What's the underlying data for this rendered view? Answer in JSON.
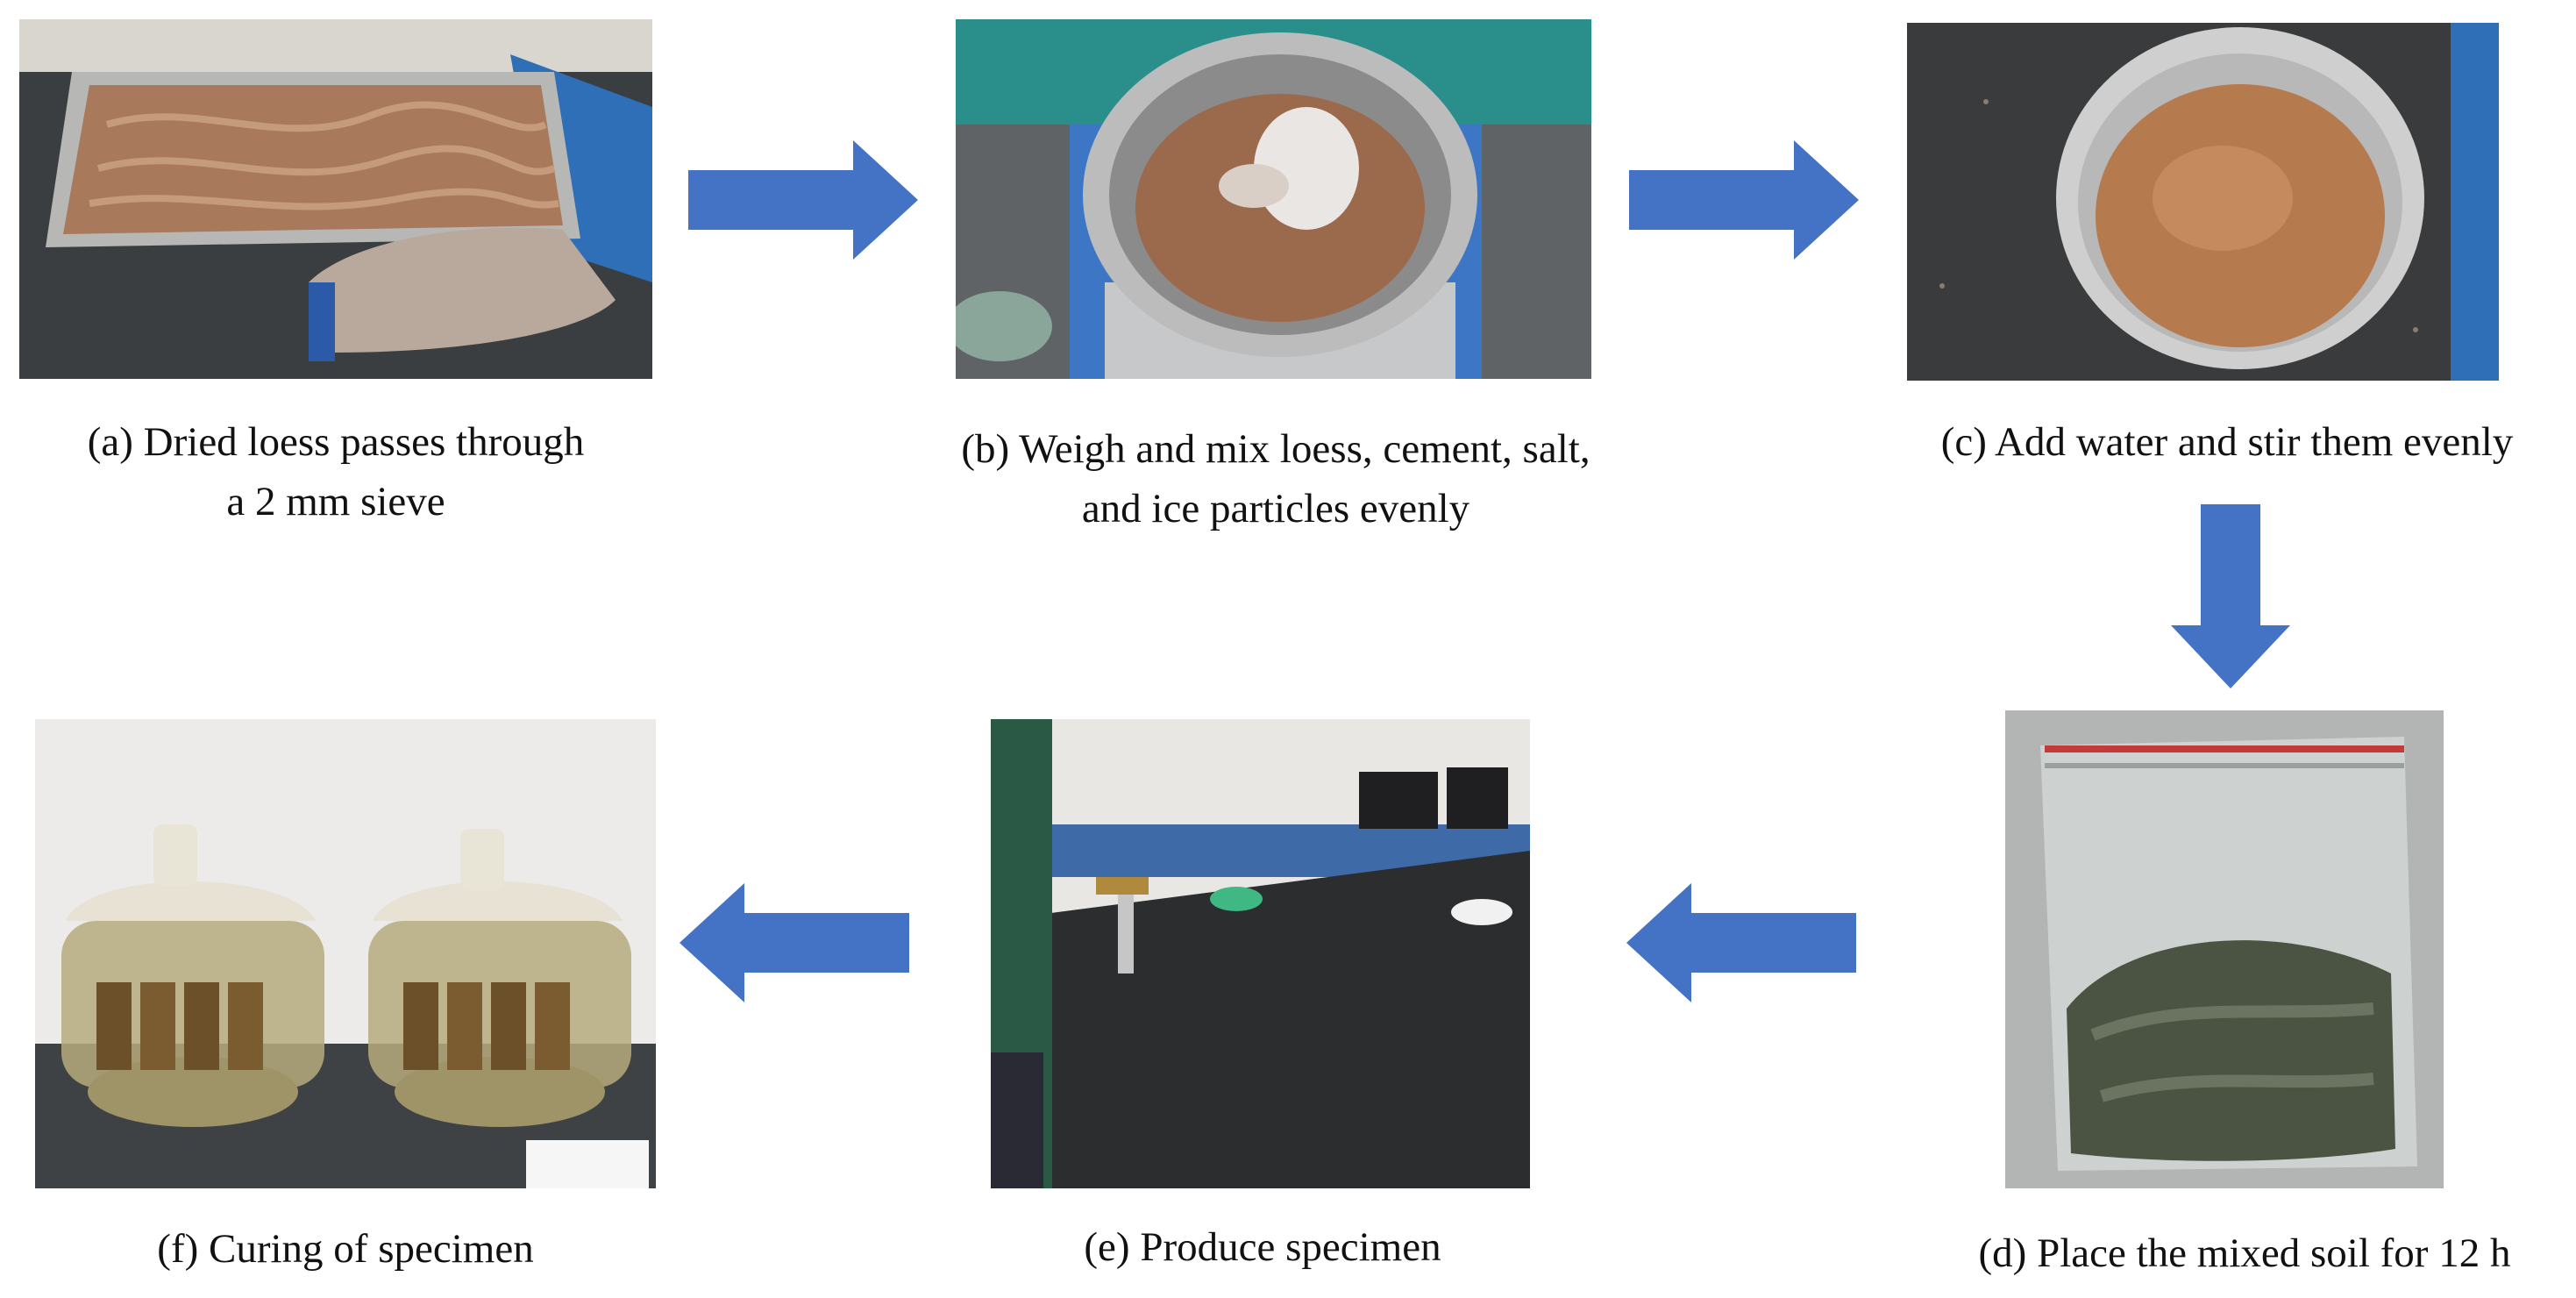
{
  "steps": {
    "a": {
      "caption_line1": "(a) Dried loess passes through",
      "caption_line2": "a 2 mm sieve"
    },
    "b": {
      "caption_line1": "(b) Weigh and mix loess, cement, salt,",
      "caption_line2": "and ice particles evenly"
    },
    "c": {
      "caption_line1": "(c) Add water and stir them evenly"
    },
    "d": {
      "caption_line1": "(d) Place the mixed soil for 12 h"
    },
    "e": {
      "caption_line1": "(e) Produce specimen"
    },
    "f": {
      "caption_line1": "(f) Curing of specimen"
    }
  },
  "arrows": [
    {
      "from": "a",
      "to": "b",
      "direction": "right"
    },
    {
      "from": "b",
      "to": "c",
      "direction": "right"
    },
    {
      "from": "c",
      "to": "d",
      "direction": "down"
    },
    {
      "from": "d",
      "to": "e",
      "direction": "left"
    },
    {
      "from": "e",
      "to": "f",
      "direction": "left"
    }
  ],
  "colors": {
    "arrow": "#4472C4",
    "loess": "#A8795A",
    "bench": "#2B2D2E"
  }
}
